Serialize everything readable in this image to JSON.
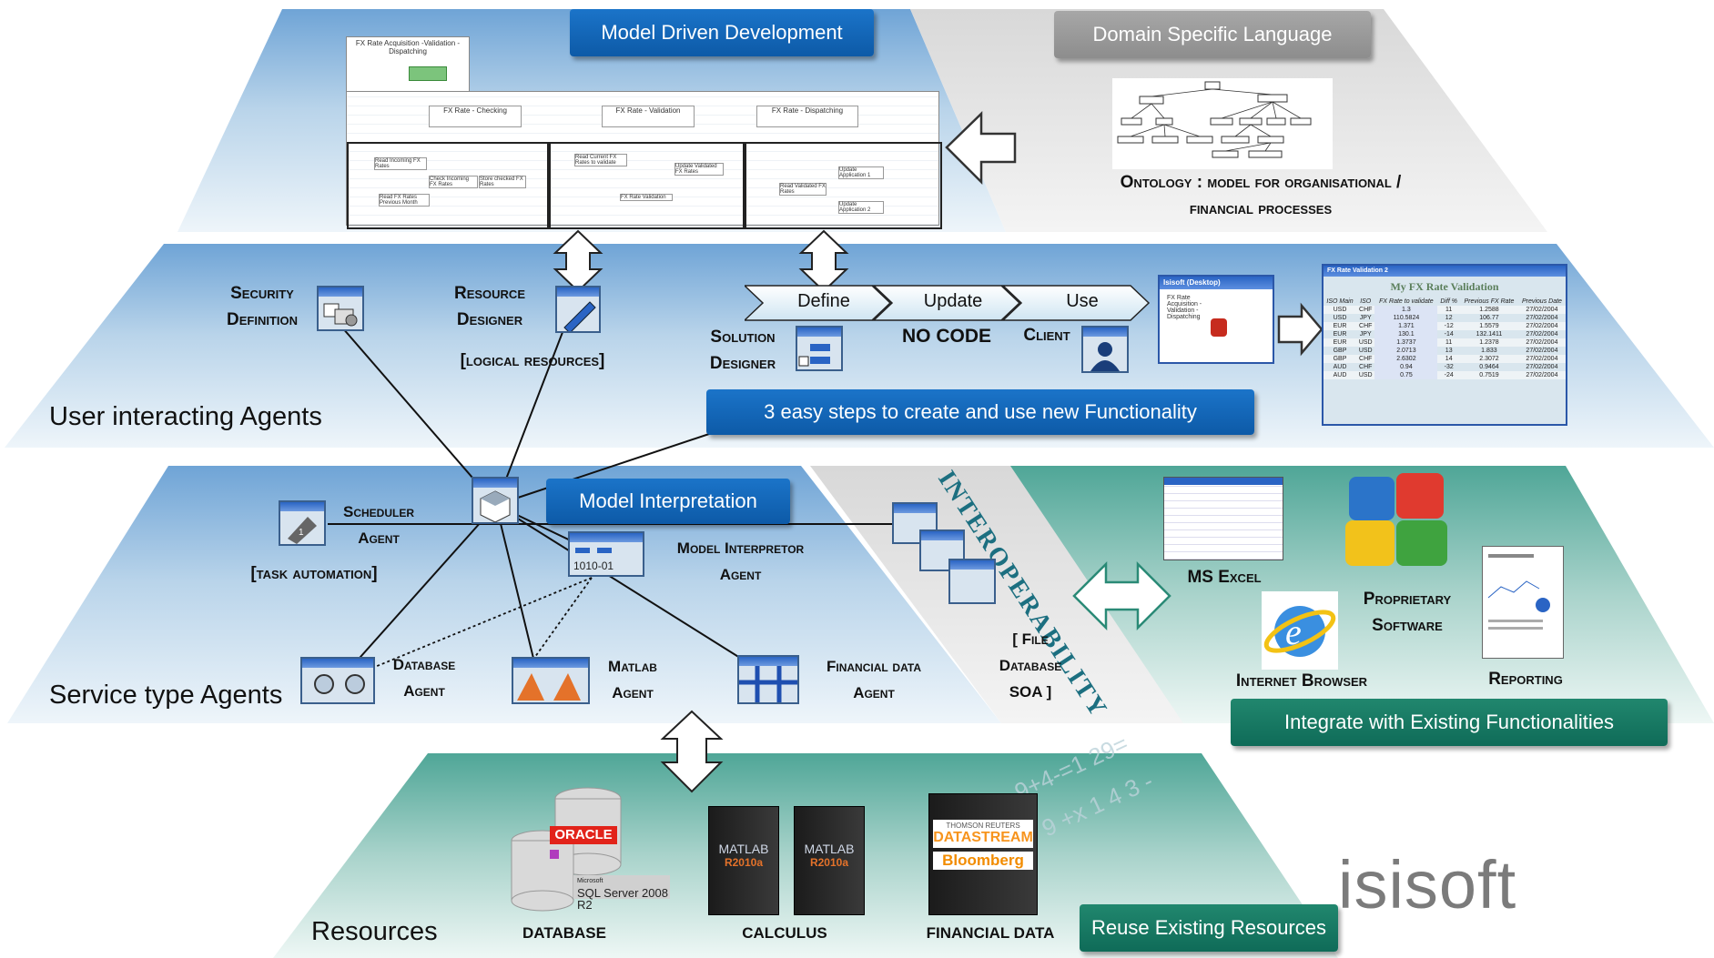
{
  "banners": {
    "mdd": "Model Driven Development",
    "dsl": "Domain Specific Language",
    "three_steps": "3 easy steps to create and  use new Functionality",
    "model_interpretation": "Model Interpretation",
    "integrate": "Integrate with Existing Functionalities",
    "reuse": "Reuse Existing Resources"
  },
  "ontology": {
    "line1": "Ontology : model for organisational /",
    "line2": "financial processes"
  },
  "process_model": {
    "main_title": "FX Rate Acquisition -Validation -Dispatching",
    "lanes": [
      "FX Rate - Checking",
      "FX Rate - Validation",
      "FX Rate - Dispatching"
    ],
    "tasks": [
      "Read Incoming FX Rates",
      "Check Incoming FX Rates",
      "Store checked FX Rates",
      "Read FX Rates Previous Month",
      "Read Current FX Rates to validate",
      "Update Validated FX Rates",
      "FX Rate Validation",
      "Read Validated FX Rates",
      "Update Application 1",
      "Update Application 2"
    ]
  },
  "steps": [
    "Define",
    "Update",
    "Use"
  ],
  "no_code": "NO CODE",
  "user_layer": {
    "title": "User interacting Agents",
    "security": [
      "Security",
      "Definition"
    ],
    "resource": [
      "Resource",
      "Designer"
    ],
    "logical": "[logical resources]",
    "solution": [
      "Solution",
      "Designer"
    ],
    "client": "Client"
  },
  "isisoft_window": {
    "title": "Isisoft (Desktop)",
    "process": "FX Rate Acquisition -Validation -Dispatching"
  },
  "fx_window": {
    "title": "FX Rate Validation 2",
    "heading": "My FX Rate Validation",
    "headers": [
      "ISO Main",
      "ISO",
      "FX Rate to validate",
      "Diff %",
      "Previous FX Rate",
      "Previous Date"
    ],
    "rows": [
      [
        "USD",
        "CHF",
        "1.3",
        "11",
        "1.2588",
        "27/02/2004"
      ],
      [
        "USD",
        "JPY",
        "110.5824",
        "12",
        "106.77",
        "27/02/2004"
      ],
      [
        "EUR",
        "CHF",
        "1.371",
        "-12",
        "1.5579",
        "27/02/2004"
      ],
      [
        "EUR",
        "JPY",
        "130.1",
        "-14",
        "132.1411",
        "27/02/2004"
      ],
      [
        "EUR",
        "USD",
        "1.3737",
        "11",
        "1.2378",
        "27/02/2004"
      ],
      [
        "GBP",
        "USD",
        "2.0713",
        "13",
        "1.833",
        "27/02/2004"
      ],
      [
        "GBP",
        "CHF",
        "2.6302",
        "14",
        "2.3072",
        "27/02/2004"
      ],
      [
        "AUD",
        "CHF",
        "0.94",
        "-32",
        "0.9464",
        "27/02/2004"
      ],
      [
        "AUD",
        "USD",
        "0.75",
        "-24",
        "0.7519",
        "27/02/2004"
      ]
    ]
  },
  "service_layer": {
    "title": "Service type Agents",
    "scheduler": [
      "Scheduler",
      "Agent"
    ],
    "task_auto": "[task automation]",
    "model_interp": [
      "Model Interpretor",
      "Agent"
    ],
    "database": [
      "Database",
      "Agent"
    ],
    "matlab": [
      "Matlab",
      "Agent"
    ],
    "financial": [
      "Financial data",
      "Agent"
    ],
    "file_db": [
      "[ File",
      "Database",
      "SOA ]"
    ]
  },
  "interoperability": "INTEROPERABILITY",
  "integrations": {
    "excel": "MS Excel",
    "proprietary": [
      "Proprietary",
      "Software"
    ],
    "browser": "Internet Browser",
    "reporting": "Reporting"
  },
  "resources": {
    "title": "Resources",
    "database": "DATABASE",
    "calculus": "CALCULUS",
    "financial": "FINANCIAL DATA",
    "oracle": "ORACLE",
    "sqlserver_small": "Microsoft",
    "sqlserver": "SQL Server 2008 R2",
    "matlab": "MATLAB",
    "matlab_ver": "R2010a",
    "reuters": "THOMSON REUTERS",
    "datastream": "DATASTREAM",
    "bloomberg": "Bloomberg"
  },
  "brand": "isisoft",
  "colors": {
    "blue": "#0d5aa7",
    "teal": "#0f6b58",
    "gray": "#8d8d8d",
    "oracle_red": "#e2231a",
    "bloomberg_orange": "#f28c00",
    "datastream_orange": "#f7941d"
  }
}
